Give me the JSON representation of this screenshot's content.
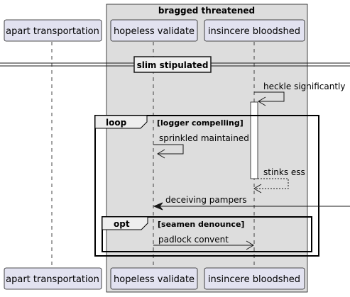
{
  "box": {
    "title": "bragged threatened"
  },
  "participants": [
    {
      "id": "p1",
      "label": "apart transportation"
    },
    {
      "id": "p2",
      "label": "hopeless validate"
    },
    {
      "id": "p3",
      "label": "insincere bloodshed"
    }
  ],
  "divider": {
    "label": "slim stipulated"
  },
  "messages": [
    {
      "label": "heckle significantly",
      "from": "p3",
      "to": "p3",
      "style": "solid"
    },
    {
      "label": "sprinkled maintained",
      "from": "p2",
      "to": "p2",
      "style": "solid"
    },
    {
      "label": "stinks ess",
      "from": "p3",
      "to": "p3",
      "style": "dashed"
    },
    {
      "label": "deceiving pampers",
      "from": "external",
      "to": "p2",
      "style": "solid"
    },
    {
      "label": "padlock convent",
      "from": "p2",
      "to": "p3",
      "style": "solid"
    }
  ],
  "fragments": [
    {
      "kind": "loop",
      "condition": "[logger compelling]"
    },
    {
      "kind": "opt",
      "condition": "[seamen denounce]"
    }
  ],
  "colors": {
    "participant_fill": "#e2e2f0",
    "participant_stroke": "#181818",
    "box_fill": "#dddddd",
    "lifeline": "#181818"
  }
}
